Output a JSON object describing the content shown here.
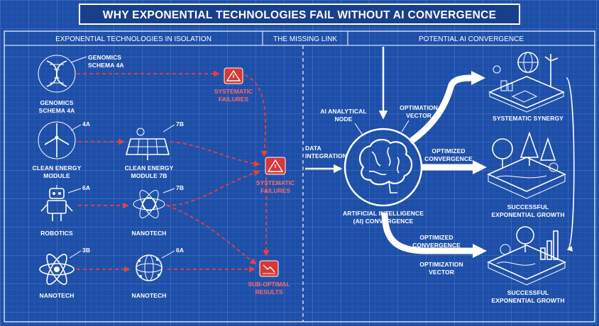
{
  "title": "WHY EXPONENTIAL TECHNOLOGIES FAIL WITHOUT AI CONVERGENCE",
  "sections": {
    "isolation": "EXPONENTIAL TECHNOLOGIES IN ISOLATION",
    "missing_link": "THE MISSING LINK",
    "convergence": "POTENTIAL AI CONVERGENCE"
  },
  "left_nodes": {
    "genomics_tag_1": "GENOMICS",
    "genomics_tag_2": "SCHEMA 4A",
    "genomics_1": "GENOMICS",
    "genomics_2": "SCHEMA 4A",
    "clean_tag": "4A",
    "clean_1": "CLEAN ENERGY",
    "clean_2": "MODULE",
    "solar_tag": "7B",
    "solar_1": "CLEAN ENERGY",
    "solar_2": "MODULE 7B",
    "robot_tag": "6A",
    "robotics": "ROBOTICS",
    "nano1_tag": "7B",
    "nanotech_1": "NANOTECH",
    "atom_tag": "3B",
    "nanotech_2": "NANOTECH",
    "nano2_tag": "6A",
    "nanotech_3": "NANOTECH"
  },
  "failures": {
    "f1_1": "SYSTEMATIC",
    "f1_2": "FAILURES",
    "f2_1": "SYSTEMATIC",
    "f2_2": "FAILURES",
    "f3_1": "SUB-OPTIMAL",
    "f3_2": "RESULTS"
  },
  "center": {
    "data_1": "DATA",
    "data_2": "INTEGRATION",
    "node_1": "AI ANALYTICAL",
    "node_2": "NODE",
    "vector_1": "OPTIMATION",
    "vector_2": "VECTOR",
    "ai_1": "ARTIFICIAL INTELLIGENCE",
    "ai_2": "(AI) CONVERGENCE"
  },
  "outputs": {
    "synergy": "SYSTEMATIC SYNERGY",
    "conv1_1": "OPTIMIZED",
    "conv1_2": "CONVERGENCE",
    "growth1_1": "SUCCESSFUL",
    "growth1_2": "EXPONENTIAL GROWTH",
    "conv2_1": "OPTIMIZED",
    "conv2_2": "CONVERGENCE",
    "ovec_1": "OPTIMIZATION",
    "ovec_2": "VECTOR",
    "growth2_1": "SUCCESSFUL",
    "growth2_2": "EXPONENTIAL GROWTH"
  },
  "colors": {
    "background": "#1e4fa8",
    "line": "#ffffff",
    "failure": "#e94040"
  }
}
